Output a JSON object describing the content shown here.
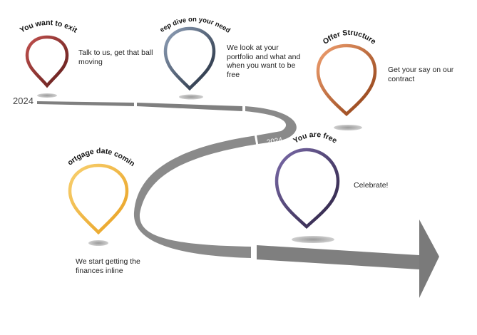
{
  "timeline": {
    "start_label": "2024",
    "road_label": "2024",
    "road_color": "#8a8a8a"
  },
  "milestones": [
    {
      "title": "You want to exit",
      "description": "Talk to us, get that ball moving",
      "color_light": "#c0504d",
      "color_dark": "#5e1c1a"
    },
    {
      "title": "Deep dive on your needs",
      "description": "We look at your portfolio and what and when you want to be free",
      "color_light": "#8fa0b8",
      "color_dark": "#1f2a3a"
    },
    {
      "title": "Offer Structure",
      "description": "Get your say on our contract",
      "color_light": "#f0a070",
      "color_dark": "#8a3a10"
    },
    {
      "title": "Mortgage date coming",
      "description": "We start getting the finances inline",
      "color_light": "#f8d070",
      "color_dark": "#e8a020"
    },
    {
      "title": "You are free",
      "description": "Celebrate!",
      "color_light": "#7a6aa8",
      "color_dark": "#2a2040"
    }
  ]
}
